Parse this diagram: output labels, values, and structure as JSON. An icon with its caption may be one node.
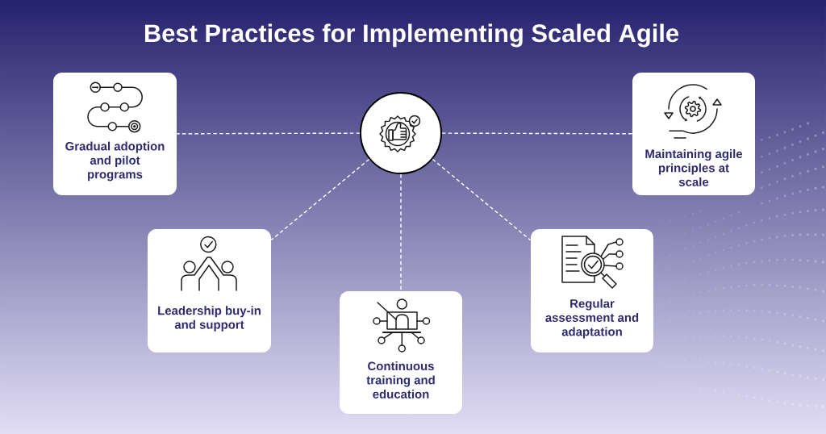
{
  "diagram": {
    "title": "Best Practices for Implementing Scaled Agile",
    "nodes": [
      {
        "text": [
          "Gradual adoption and pilot programs"
        ]
      },
      {
        "text": [],
        "shape": "circle"
      },
      {
        "text": [
          "Maintaining agile principles at scale"
        ]
      },
      {
        "text": [
          "Leadership buy-in and support"
        ]
      },
      {
        "text": [
          "Regular assessment and adaptation"
        ]
      },
      {
        "text": [
          "Continuous training and education"
        ]
      }
    ],
    "edges": [
      {
        "from": 1,
        "to": 0,
        "arrow": "none",
        "style": "dashed"
      },
      {
        "from": 1,
        "to": 2,
        "arrow": "none",
        "style": "dashed"
      },
      {
        "from": 1,
        "to": 3,
        "arrow": "none",
        "style": "dashed"
      },
      {
        "from": 1,
        "to": 5,
        "arrow": "none",
        "style": "dashed"
      },
      {
        "from": 1,
        "to": 4,
        "arrow": "none",
        "style": "dashed"
      }
    ]
  }
}
